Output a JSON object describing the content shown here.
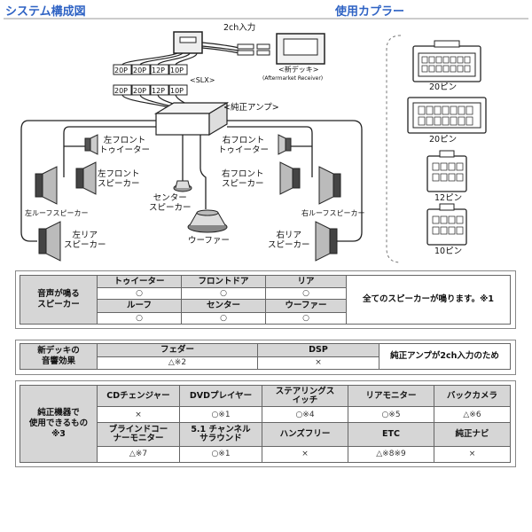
{
  "headings": {
    "system": "システム構成図",
    "coupler": "使用カプラー"
  },
  "diagram": {
    "input_2ch": "2ch入力",
    "new_deck": "<新デッキ>",
    "aftermarket": "(Aftermarket Receiver)",
    "slx": "<SLX>",
    "oem_amp": "<純正アンプ>",
    "harness_top": [
      "20P",
      "20P",
      "12P",
      "10P"
    ],
    "harness_bottom": [
      "20P",
      "20P",
      "12P",
      "10P"
    ],
    "speakers": {
      "left_front_tweeter": "左フロント\nトゥイーター",
      "right_front_tweeter": "右フロント\nトゥイーター",
      "left_front_speaker": "左フロント\nスピーカー",
      "right_front_speaker": "右フロント\nスピーカー",
      "center_speaker": "センター\nスピーカー",
      "left_roof": "左ルーフスピーカー",
      "right_roof": "右ルーフスピーカー",
      "left_rear": "左リア\nスピーカー",
      "right_rear": "右リア\nスピーカー",
      "woofer": "ウーファー"
    }
  },
  "couplers": [
    "20ピン",
    "20ピン",
    "12ピン",
    "10ピン"
  ],
  "table1": {
    "row_header": "音声が鳴る\nスピーカー",
    "headers_top": [
      "トゥイーター",
      "フロントドア",
      "リア"
    ],
    "values_top": [
      "○",
      "○",
      "○"
    ],
    "headers_bottom": [
      "ルーフ",
      "センター",
      "ウーファー"
    ],
    "values_bottom": [
      "○",
      "○",
      "○"
    ],
    "note": "全てのスピーカーが鳴ります。※1"
  },
  "table2": {
    "row_header": "新デッキの\n音響効果",
    "headers": [
      "フェダー",
      "DSP"
    ],
    "values": [
      "△※2",
      "×"
    ],
    "note": "純正アンプが2ch入力のため"
  },
  "table3": {
    "row_header": "純正機器で\n使用できるもの\n※3",
    "headers_top": [
      "CDチェンジャー",
      "DVDプレイヤー",
      "ステアリングス\nイッチ",
      "リアモニター",
      "バックカメラ"
    ],
    "values_top": [
      "×",
      "○※1",
      "○※4",
      "○※5",
      "△※6"
    ],
    "headers_bottom": [
      "ブラインドコー\nナーモニター",
      "5.1 チャンネル\nサラウンド",
      "ハンズフリー",
      "ETC",
      "純正ナビ"
    ],
    "values_bottom": [
      "△※7",
      "○※1",
      "×",
      "△※8※9",
      "×"
    ]
  }
}
